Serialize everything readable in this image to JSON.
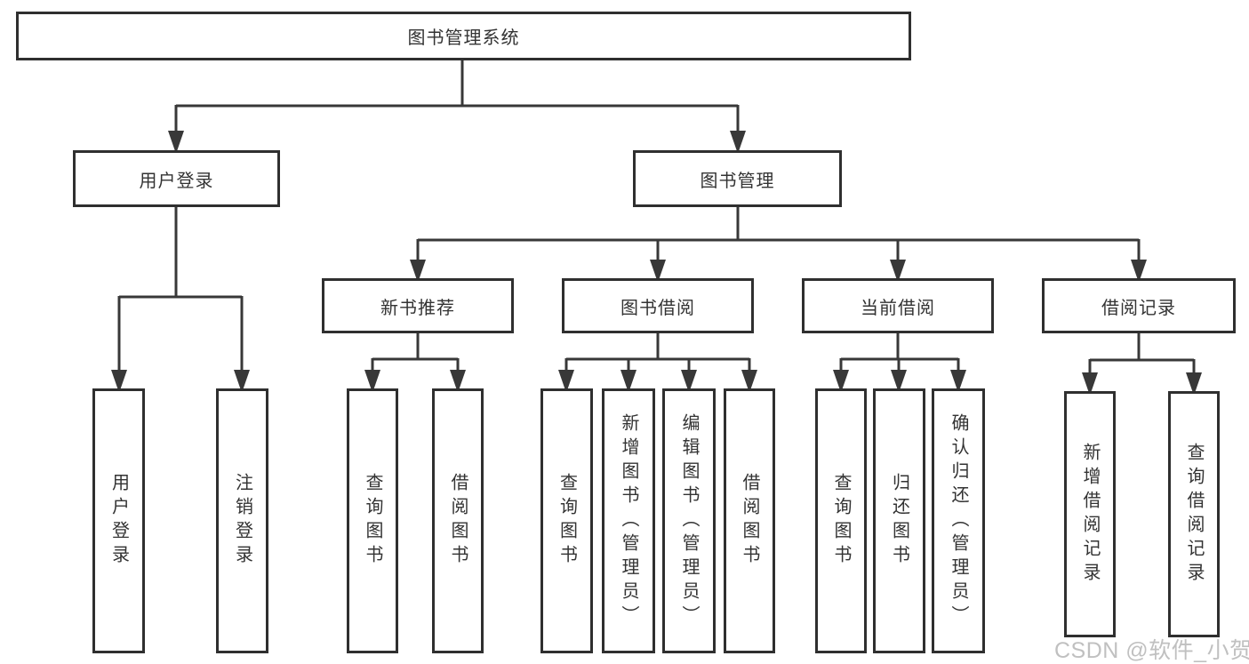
{
  "nodes": {
    "root": "图书管理系统",
    "user_login": "用户登录",
    "book_management": "图书管理",
    "new_book_recommend": "新书推荐",
    "book_borrowing": "图书借阅",
    "current_borrowing": "当前借阅",
    "borrowing_records": "借阅记录",
    "leaf_user_login": "用户登录",
    "leaf_logout": "注销登录",
    "leaf_query_books_recommend": "查询图书",
    "leaf_borrow_books_recommend": "借阅图书",
    "leaf_query_books_borrowing": "查询图书",
    "leaf_add_books_admin": "新增图书（管理员）",
    "leaf_edit_books_admin": "编辑图书（管理员）",
    "leaf_borrow_books_borrowing": "借阅图书",
    "leaf_query_books_current": "查询图书",
    "leaf_return_books": "归还图书",
    "leaf_confirm_return_admin": "确认归还（管理员）",
    "leaf_add_borrow_record": "新增借阅记录",
    "leaf_query_borrow_record": "查询借阅记录"
  },
  "watermark": "CSDN @软件_小贺同学",
  "colors": {
    "line": "#383838",
    "box_border": "#2f2f2f",
    "text": "#333333",
    "watermark": "#c0c0c0",
    "background": "#ffffff"
  }
}
